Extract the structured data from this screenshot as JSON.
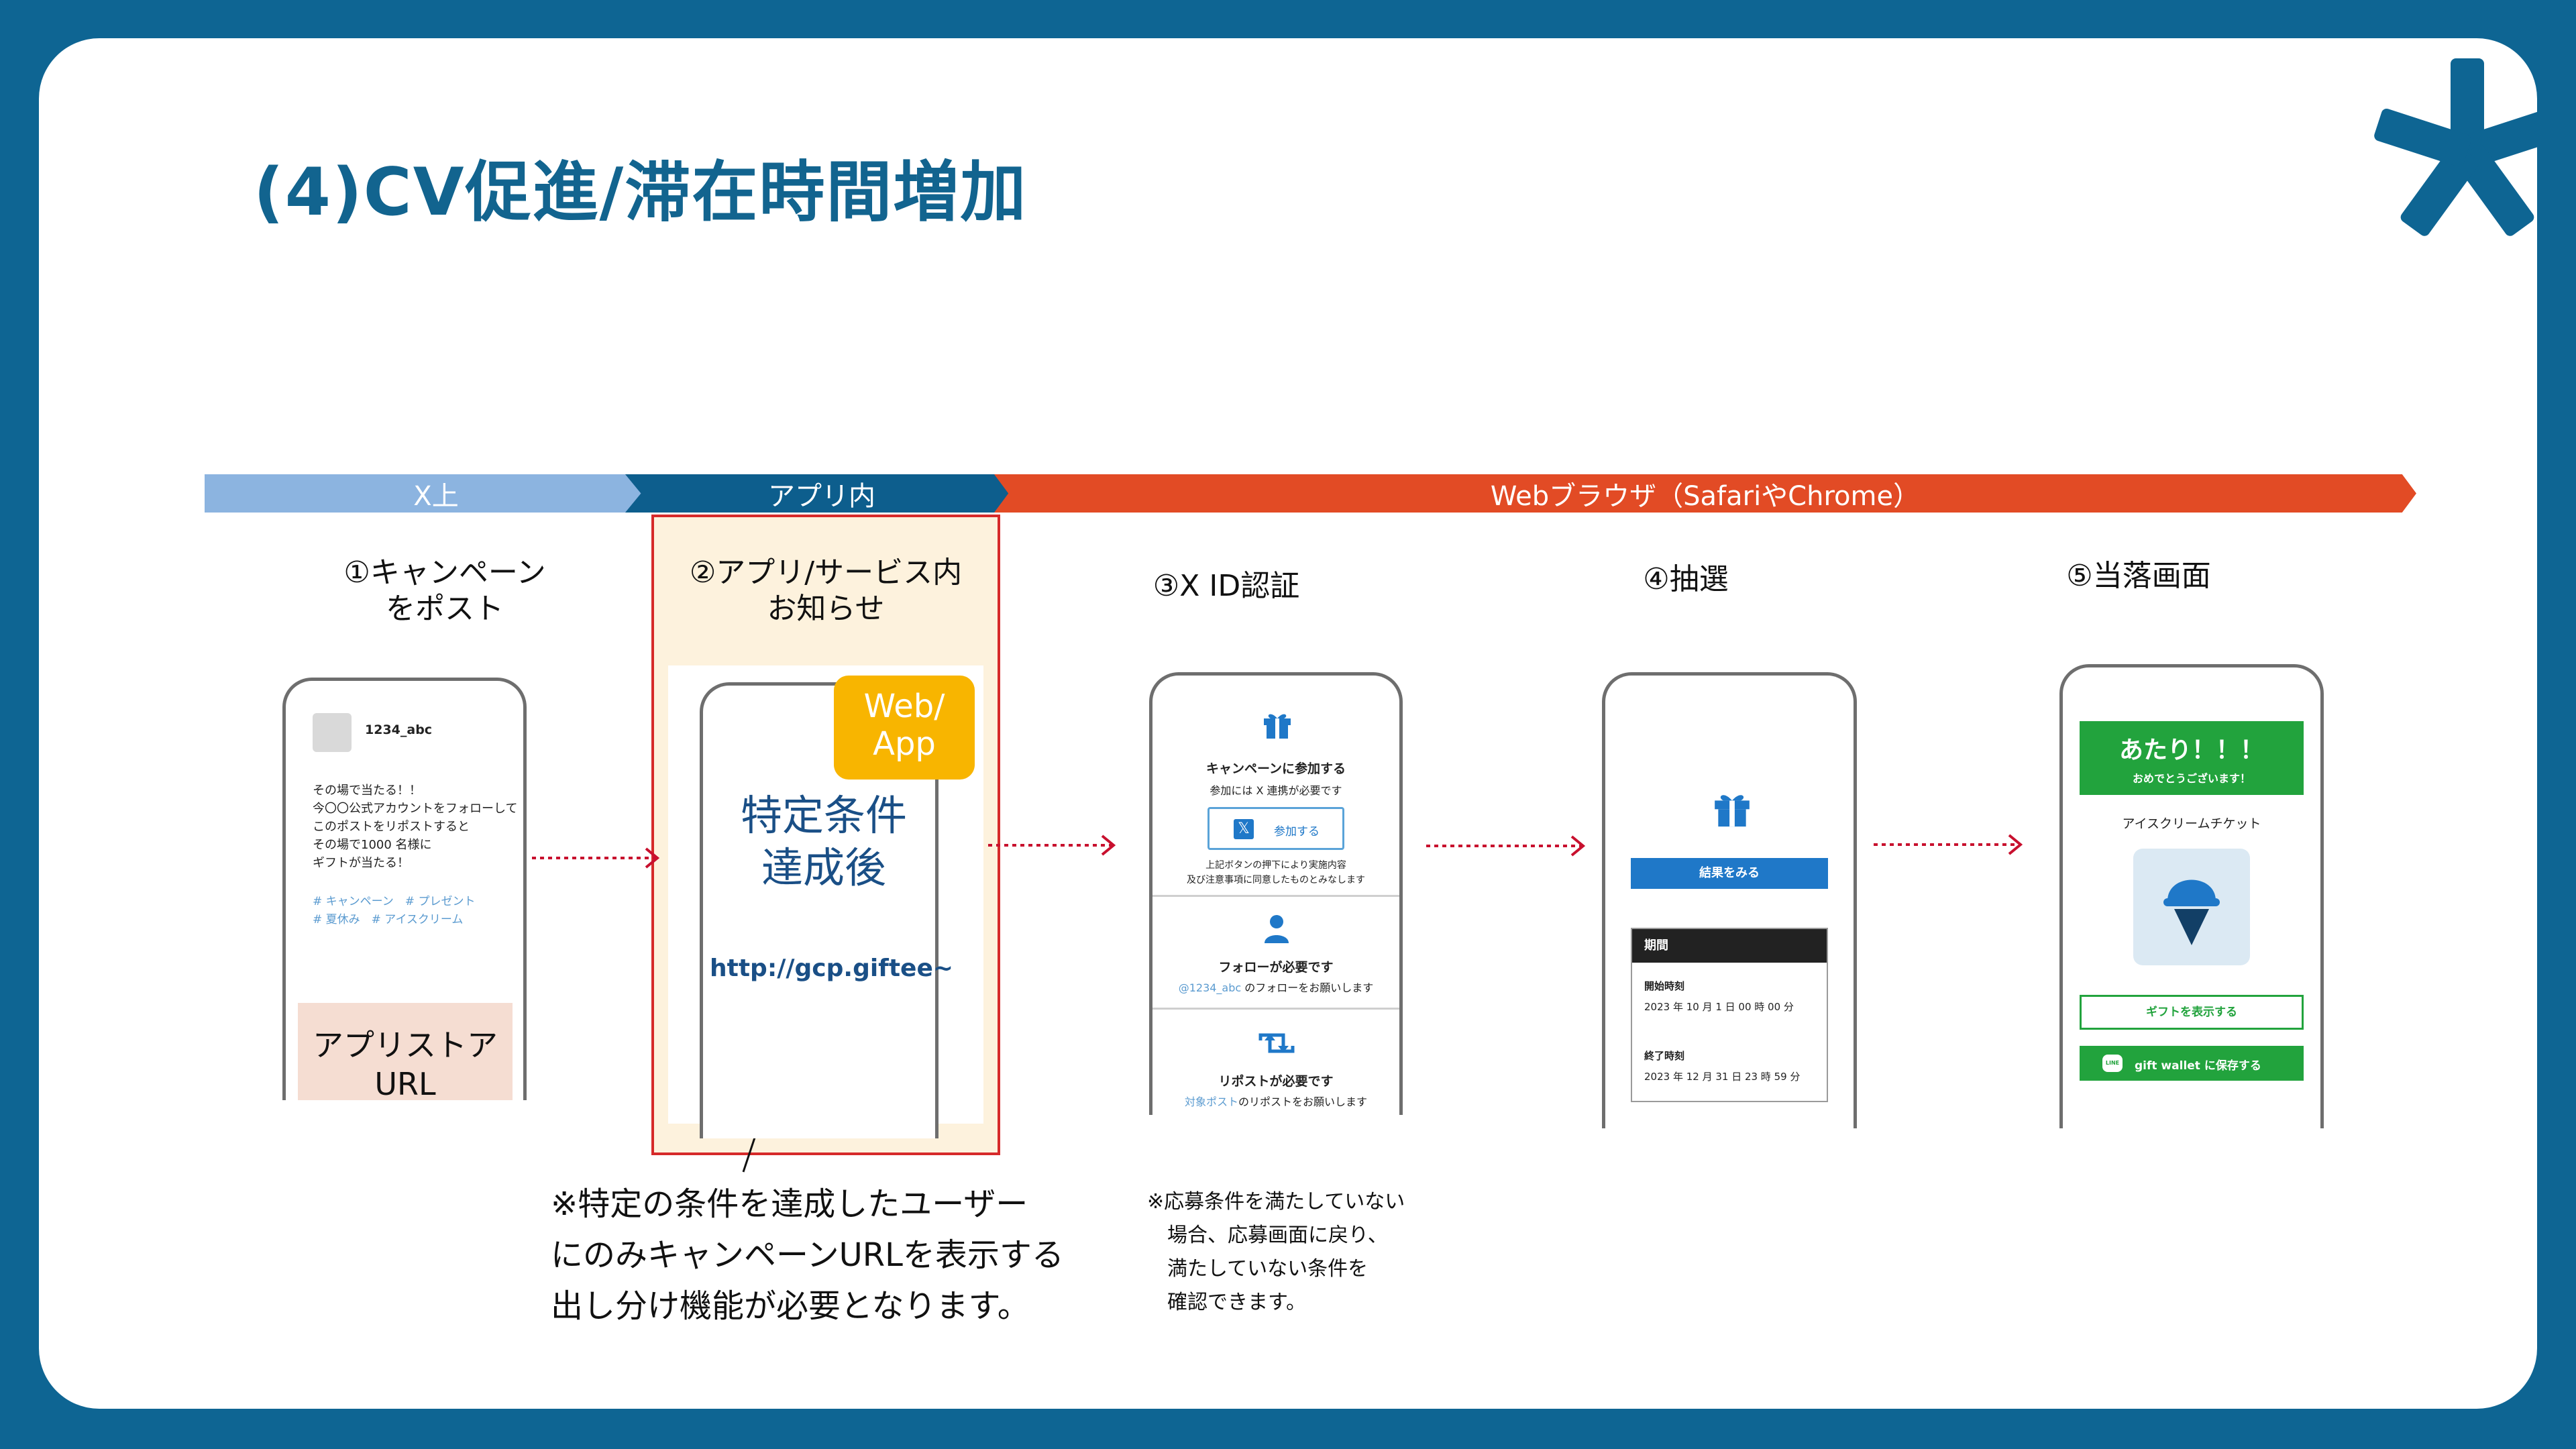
{
  "title": "(4)CV促進/滞在時間増加",
  "colors": {
    "background": "#0e6593",
    "title": "#12648f",
    "band_x": "#8cb4e0",
    "band_app": "#0d5e8d",
    "band_web": "#e24b25",
    "arrow": "#c8102e",
    "green": "#22a33d",
    "blue_button": "#1f78c8"
  },
  "bands": {
    "x": "X上",
    "app": "アプリ内",
    "web": "Webブラウザ（SafariやChrome）"
  },
  "steps": {
    "s1": {
      "line1": "①キャンペーン",
      "line2": "をポスト"
    },
    "s2": {
      "line1": "②アプリ/サービス内",
      "line2": "お知らせ"
    },
    "s3": {
      "label": "③X ID認証"
    },
    "s4": {
      "label": "④抽選"
    },
    "s5": {
      "label": "⑤当落画面"
    }
  },
  "phone1": {
    "username": "1234_abc",
    "post_lines": [
      "その場で当たる！！",
      "今〇〇公式アカウントをフォローして",
      "このポストをリポストすると",
      "その場で1000 名様に",
      "ギフトが当たる！"
    ],
    "tags_line1": "# キャンペーン　# プレゼント",
    "tags_line2": "# 夏休み　# アイスクリーム",
    "store_line1": "アプリストア",
    "store_line2": "URL"
  },
  "phone2": {
    "badge_line1": "Web/",
    "badge_line2": "App",
    "cond_line1": "特定条件",
    "cond_line2": "達成後",
    "url": "http://gcp.giftee~"
  },
  "phone3": {
    "join_title": "キャンペーンに参加する",
    "join_sub": "参加には X 連携が必要です",
    "join_button": "参加する",
    "join_note1": "上記ボタンの押下により実施内容",
    "join_note2": "及び注意事項に同意したものとみなします",
    "follow_title": "フォローが必要です",
    "follow_handle": "@1234_abc",
    "follow_desc": " のフォローをお願いします",
    "repost_title": "リポストが必要です",
    "repost_target": "対象ポスト",
    "repost_desc": "のリポストをお願いします"
  },
  "phone4": {
    "result_button": "結果をみる",
    "period_header": "期間",
    "start_label": "開始時刻",
    "start_value": "2023 年 10 月 1 日 00 時 00 分",
    "end_label": "終了時刻",
    "end_value": "2023 年 12 月 31 日 23 時 59 分"
  },
  "phone5": {
    "win_title": "あたり！！！",
    "win_sub": "おめでとうございます！",
    "ticket": "アイスクリームチケット",
    "show_gift": "ギフトを表示する",
    "save_wallet": "gift wallet に保存する",
    "line_icon_text": "LINE"
  },
  "notes": {
    "main_lines": [
      "※特定の条件を達成したユーザー",
      "にのみキャンペーンURLを表示する",
      "出し分け機能が必要となります。"
    ],
    "small_lines": [
      "※応募条件を満たしていない",
      "　場合、応募画面に戻り、",
      "　満たしていない条件を",
      "　確認できます。"
    ]
  }
}
